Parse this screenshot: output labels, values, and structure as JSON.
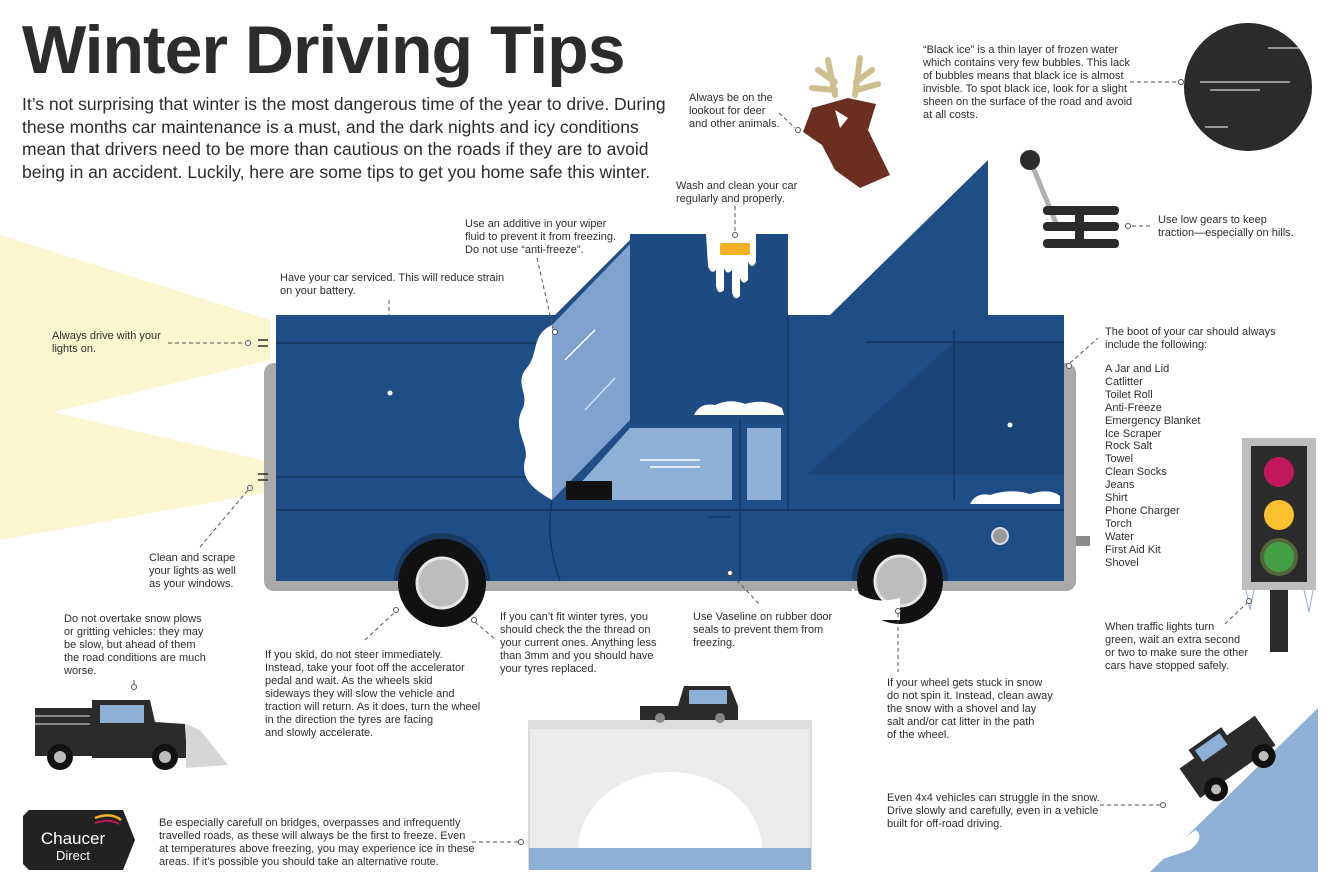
{
  "title": "Winter Driving Tips",
  "intro": "It’s not surprising that winter is the most dangerous time of the year to drive. During these months car maintenance is a must, and the dark nights and icy conditions mean that drivers need to be more than cautious on the roads if they are to avoid being in an accident. Luckily, here are some tips to get you home safe this winter.",
  "tips": {
    "lights_on": "Always drive with your\nlights on.",
    "serviced": "Have your car serviced. This will reduce strain\non your battery.",
    "additive": "Use an additive in your wiper\nfluid to prevent it from freezing.\nDo not use “anti-freeze”.",
    "wash": "Wash and clean your car\nregularly and properly.",
    "deer": "Always be on the\nlookout for deer\nand other animals.",
    "black_ice": "“Black ice” is a thin layer of frozen water\nwhich contains very few bubbles. This lack\nof bubbles means that black ice is almost\ninvisble. To spot black ice, look for a slight\nsheen on the surface of the road and avoid\nat all costs.",
    "low_gears": "Use low gears to keep\ntraction—especially on hills.",
    "boot_heading": "The boot of your car should always\ninclude the following:",
    "scrape": "Clean and scrape\nyour lights as well\nas your windows.",
    "overtake": "Do not overtake snow plows\nor gritting vehicles: they may\nbe slow, but ahead of them\nthe road conditions are much\nworse.",
    "skid": "If you skid, do not steer immediately.\nInstead, take your foot off the accelerator\npedal and wait. As the wheels skid\nsideways they will slow the vehicle and\ntraction will return. As it does, turn the wheel\nin the direction the tyres are facing\nand slowly accelerate.",
    "tyres": "If you can’t fit winter tyres, you\nshould check the the thread on\nyour current ones. Anything less\nthan 3mm and you should have\nyour tyres replaced.",
    "vaseline": "Use Vaseline on rubber door\nseals to prevent them from\nfreezing.",
    "stuck": "If your wheel gets stuck in snow\ndo not spin it. Instead, clean away\nthe snow with a shovel and lay\nsalt and/or cat litter in the path\nof the wheel.",
    "traffic_lights": "When traffic lights turn\ngreen, wait an extra second\nor two to make sure the other\ncars have stopped safely.",
    "bridges": "Be especially carefull on bridges, overpasses and infrequently\ntravelled roads, as these will always be the first to freeze. Even\nat temperatures above freezing, you may experience ice in these\nareas. If it’s possible you should take an alternative route.",
    "four_by_four": "Even 4x4 vehicles can struggle in the snow.\nDrive slowly and carefully, even in a vehicle\nbuilt for off-road driving."
  },
  "boot_items": [
    "A Jar and Lid",
    "Catlitter",
    "Toilet Roll",
    "Anti-Freeze",
    "Emergency Blanket",
    "Ice Scraper",
    "Rock Salt",
    "Towel",
    "Clean Socks",
    "Jeans",
    "Shirt",
    "Phone Charger",
    "Torch",
    "Water",
    "First Aid Kit",
    "Shovel"
  ],
  "logo": {
    "line1": "Chaucer",
    "line2": "Direct"
  },
  "colors": {
    "car_blue": "#1f4e86",
    "text": "#2c2c2c",
    "headlight": "#fbf6d0",
    "ice": "#8fb0d6",
    "deer": "#6b2f22"
  }
}
